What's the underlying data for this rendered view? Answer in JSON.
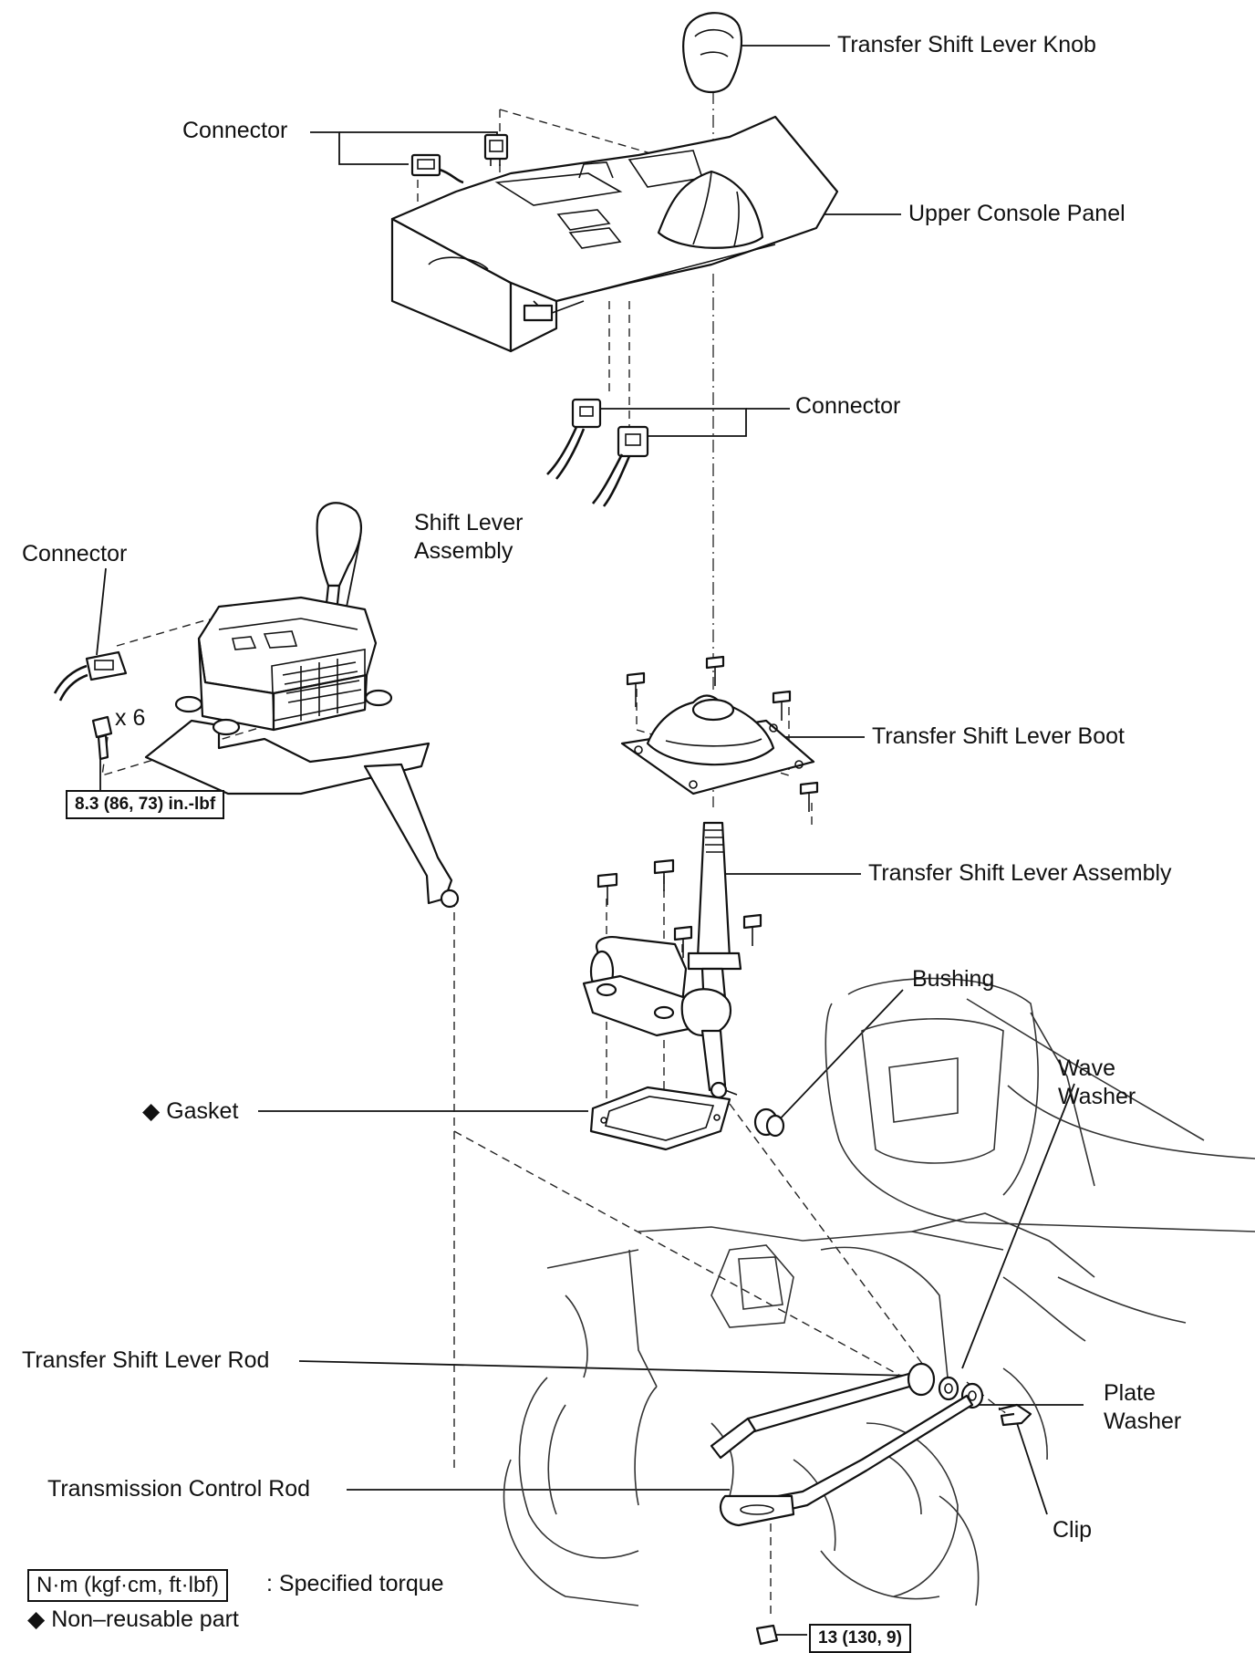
{
  "labels": {
    "transfer_shift_lever_knob": "Transfer Shift Lever Knob",
    "connector_top": "Connector",
    "upper_console_panel": "Upper Console Panel",
    "connector_middle": "Connector",
    "shift_lever_assembly": "Shift Lever\nAssembly",
    "connector_left": "Connector",
    "bolt_count": "x 6",
    "transfer_shift_lever_boot": "Transfer Shift Lever Boot",
    "transfer_shift_lever_assembly": "Transfer Shift Lever Assembly",
    "bushing": "Bushing",
    "wave_washer": "Wave\nWasher",
    "gasket": "Gasket",
    "transfer_shift_lever_rod": "Transfer Shift Lever Rod",
    "plate_washer": "Plate\nWasher",
    "transmission_control_rod": "Transmission Control Rod",
    "clip": "Clip"
  },
  "torque": {
    "shift_lever_bolts": "8.3 (86, 73) in.-lbf",
    "control_rod_nut": "13 (130, 9)"
  },
  "legend": {
    "unit_box": "N·m (kgf·cm, ft·lbf)",
    "unit_desc": ": Specified torque",
    "non_reusable_symbol": "◆",
    "non_reusable_desc": "Non–reusable part"
  }
}
